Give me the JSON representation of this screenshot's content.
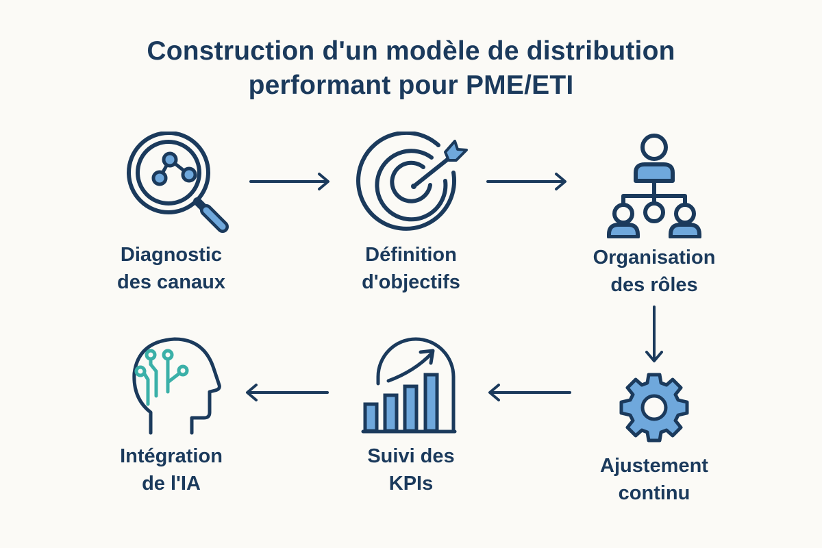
{
  "title": {
    "line1": "Construction d'un modèle de distribution",
    "line2": "performant pour PME/ETI"
  },
  "colors": {
    "background": "#fbfaf6",
    "dark_navy": "#1b3a5c",
    "light_blue": "#6fa8dc",
    "teal": "#3bb0a8"
  },
  "steps": [
    {
      "id": 1,
      "icon": "magnifier-network-icon",
      "line1": "Diagnostic",
      "line2": "des canaux"
    },
    {
      "id": 2,
      "icon": "target-arrow-icon",
      "line1": "Définition",
      "line2": "d'objectifs"
    },
    {
      "id": 3,
      "icon": "org-chart-icon",
      "line1": "Organisation",
      "line2": "des rôles"
    },
    {
      "id": 4,
      "icon": "gear-icon",
      "line1": "Ajustement",
      "line2": "continu"
    },
    {
      "id": 5,
      "icon": "bar-chart-growth-icon",
      "line1": "Suivi des",
      "line2": "KPIs"
    },
    {
      "id": 6,
      "icon": "ai-head-icon",
      "line1": "Intégration",
      "line2": "de l'IA"
    }
  ],
  "flow": [
    {
      "from": 1,
      "to": 2,
      "direction": "right"
    },
    {
      "from": 2,
      "to": 3,
      "direction": "right"
    },
    {
      "from": 3,
      "to": 4,
      "direction": "down"
    },
    {
      "from": 4,
      "to": 5,
      "direction": "left"
    },
    {
      "from": 5,
      "to": 6,
      "direction": "left"
    }
  ]
}
